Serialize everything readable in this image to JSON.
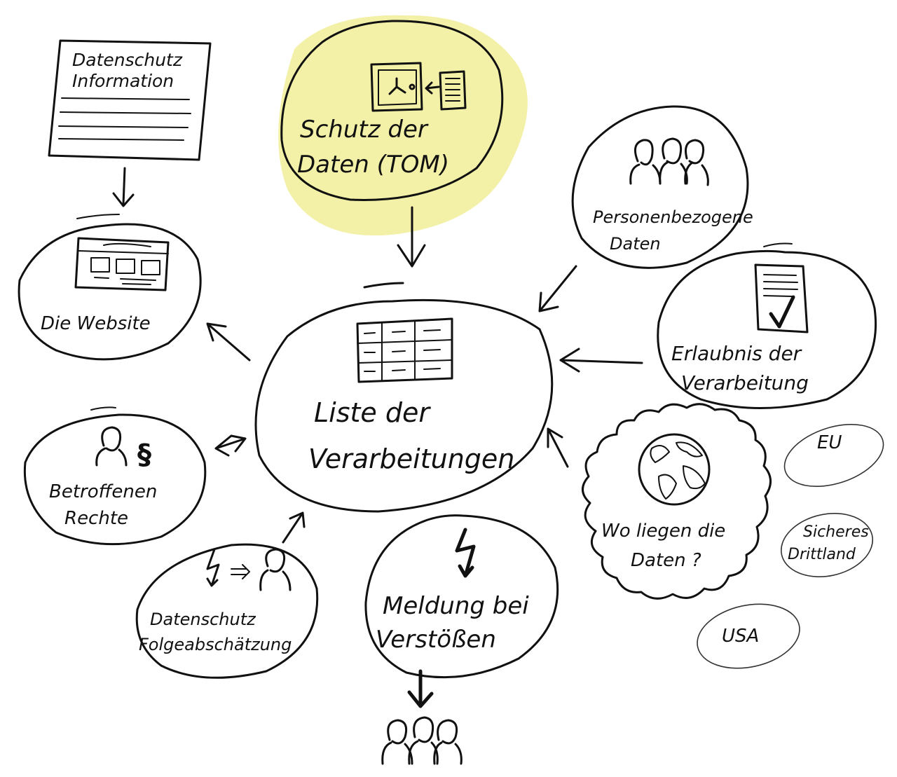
{
  "colors": {
    "ink": "#111111",
    "highlight": "#f3f1a7"
  },
  "nodes": {
    "center": {
      "label_line1": "Liste der",
      "label_line2": "Verarbeitungen",
      "icon": "table-icon"
    },
    "info": {
      "line1": "Datenschutz",
      "line2": "Information",
      "icon": "document-icon"
    },
    "tom": {
      "line1": "Schutz der",
      "line2": "Daten (TOM)",
      "icon": "safe-icon"
    },
    "personal": {
      "line1": "Personenbezogene",
      "line2": "Daten",
      "icon": "people-icon"
    },
    "website": {
      "label": "Die Website",
      "icon": "browser-icon"
    },
    "permission": {
      "line1": "Erlaubnis der",
      "line2": "Verarbeitung",
      "icon": "checklist-icon"
    },
    "rights": {
      "line1": "Betroffenen",
      "line2": "Rechte",
      "icon": "person-paragraph-icon",
      "paragraph_sign": "§"
    },
    "location": {
      "line1": "Wo liegen die",
      "line2": "Daten ?",
      "icon": "globe-icon"
    },
    "dpia": {
      "line1": "Datenschutz",
      "line2": "Folgeabschätzung",
      "icon": "risk-to-person-icon"
    },
    "breach": {
      "line1": "Meldung bei",
      "line2": "Verstößen",
      "icon": "lightning-icon"
    },
    "eu": {
      "label": "EU"
    },
    "third": {
      "line1": "Sicheres",
      "line2": "Drittland"
    },
    "usa": {
      "label": "USA"
    }
  }
}
